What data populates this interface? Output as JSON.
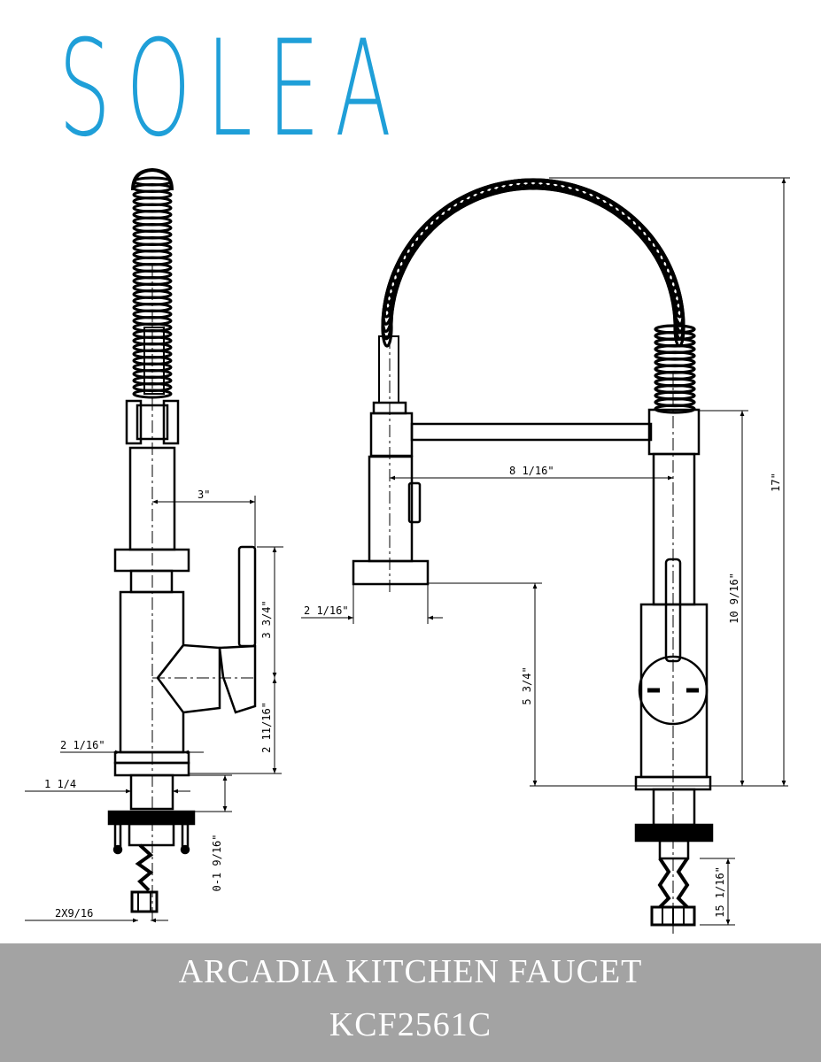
{
  "brand": {
    "name": "SOLEA",
    "color": "#1f9fd8"
  },
  "footer": {
    "title": "ARCADIA KITCHEN FAUCET",
    "model": "KCF2561C",
    "background": "#a3a3a3"
  },
  "dimensions": {
    "side_spout_offset": "3\"",
    "side_handle_height": "3 3/4\"",
    "side_body_lower": "2 11/16\"",
    "side_body_width": "2 1/16\"",
    "side_shank_width": "1 1/4",
    "side_deck_thickness": "0-1 9/16\"",
    "side_hose_connector": "2X9/16",
    "front_reach": "8 1/16\"",
    "front_sprayer_width": "2 1/16\"",
    "front_spout_clearance": "5 3/4\"",
    "front_body_height": "10 9/16\"",
    "front_total_height": "17\"",
    "front_shank_length": "15 1/16\""
  }
}
